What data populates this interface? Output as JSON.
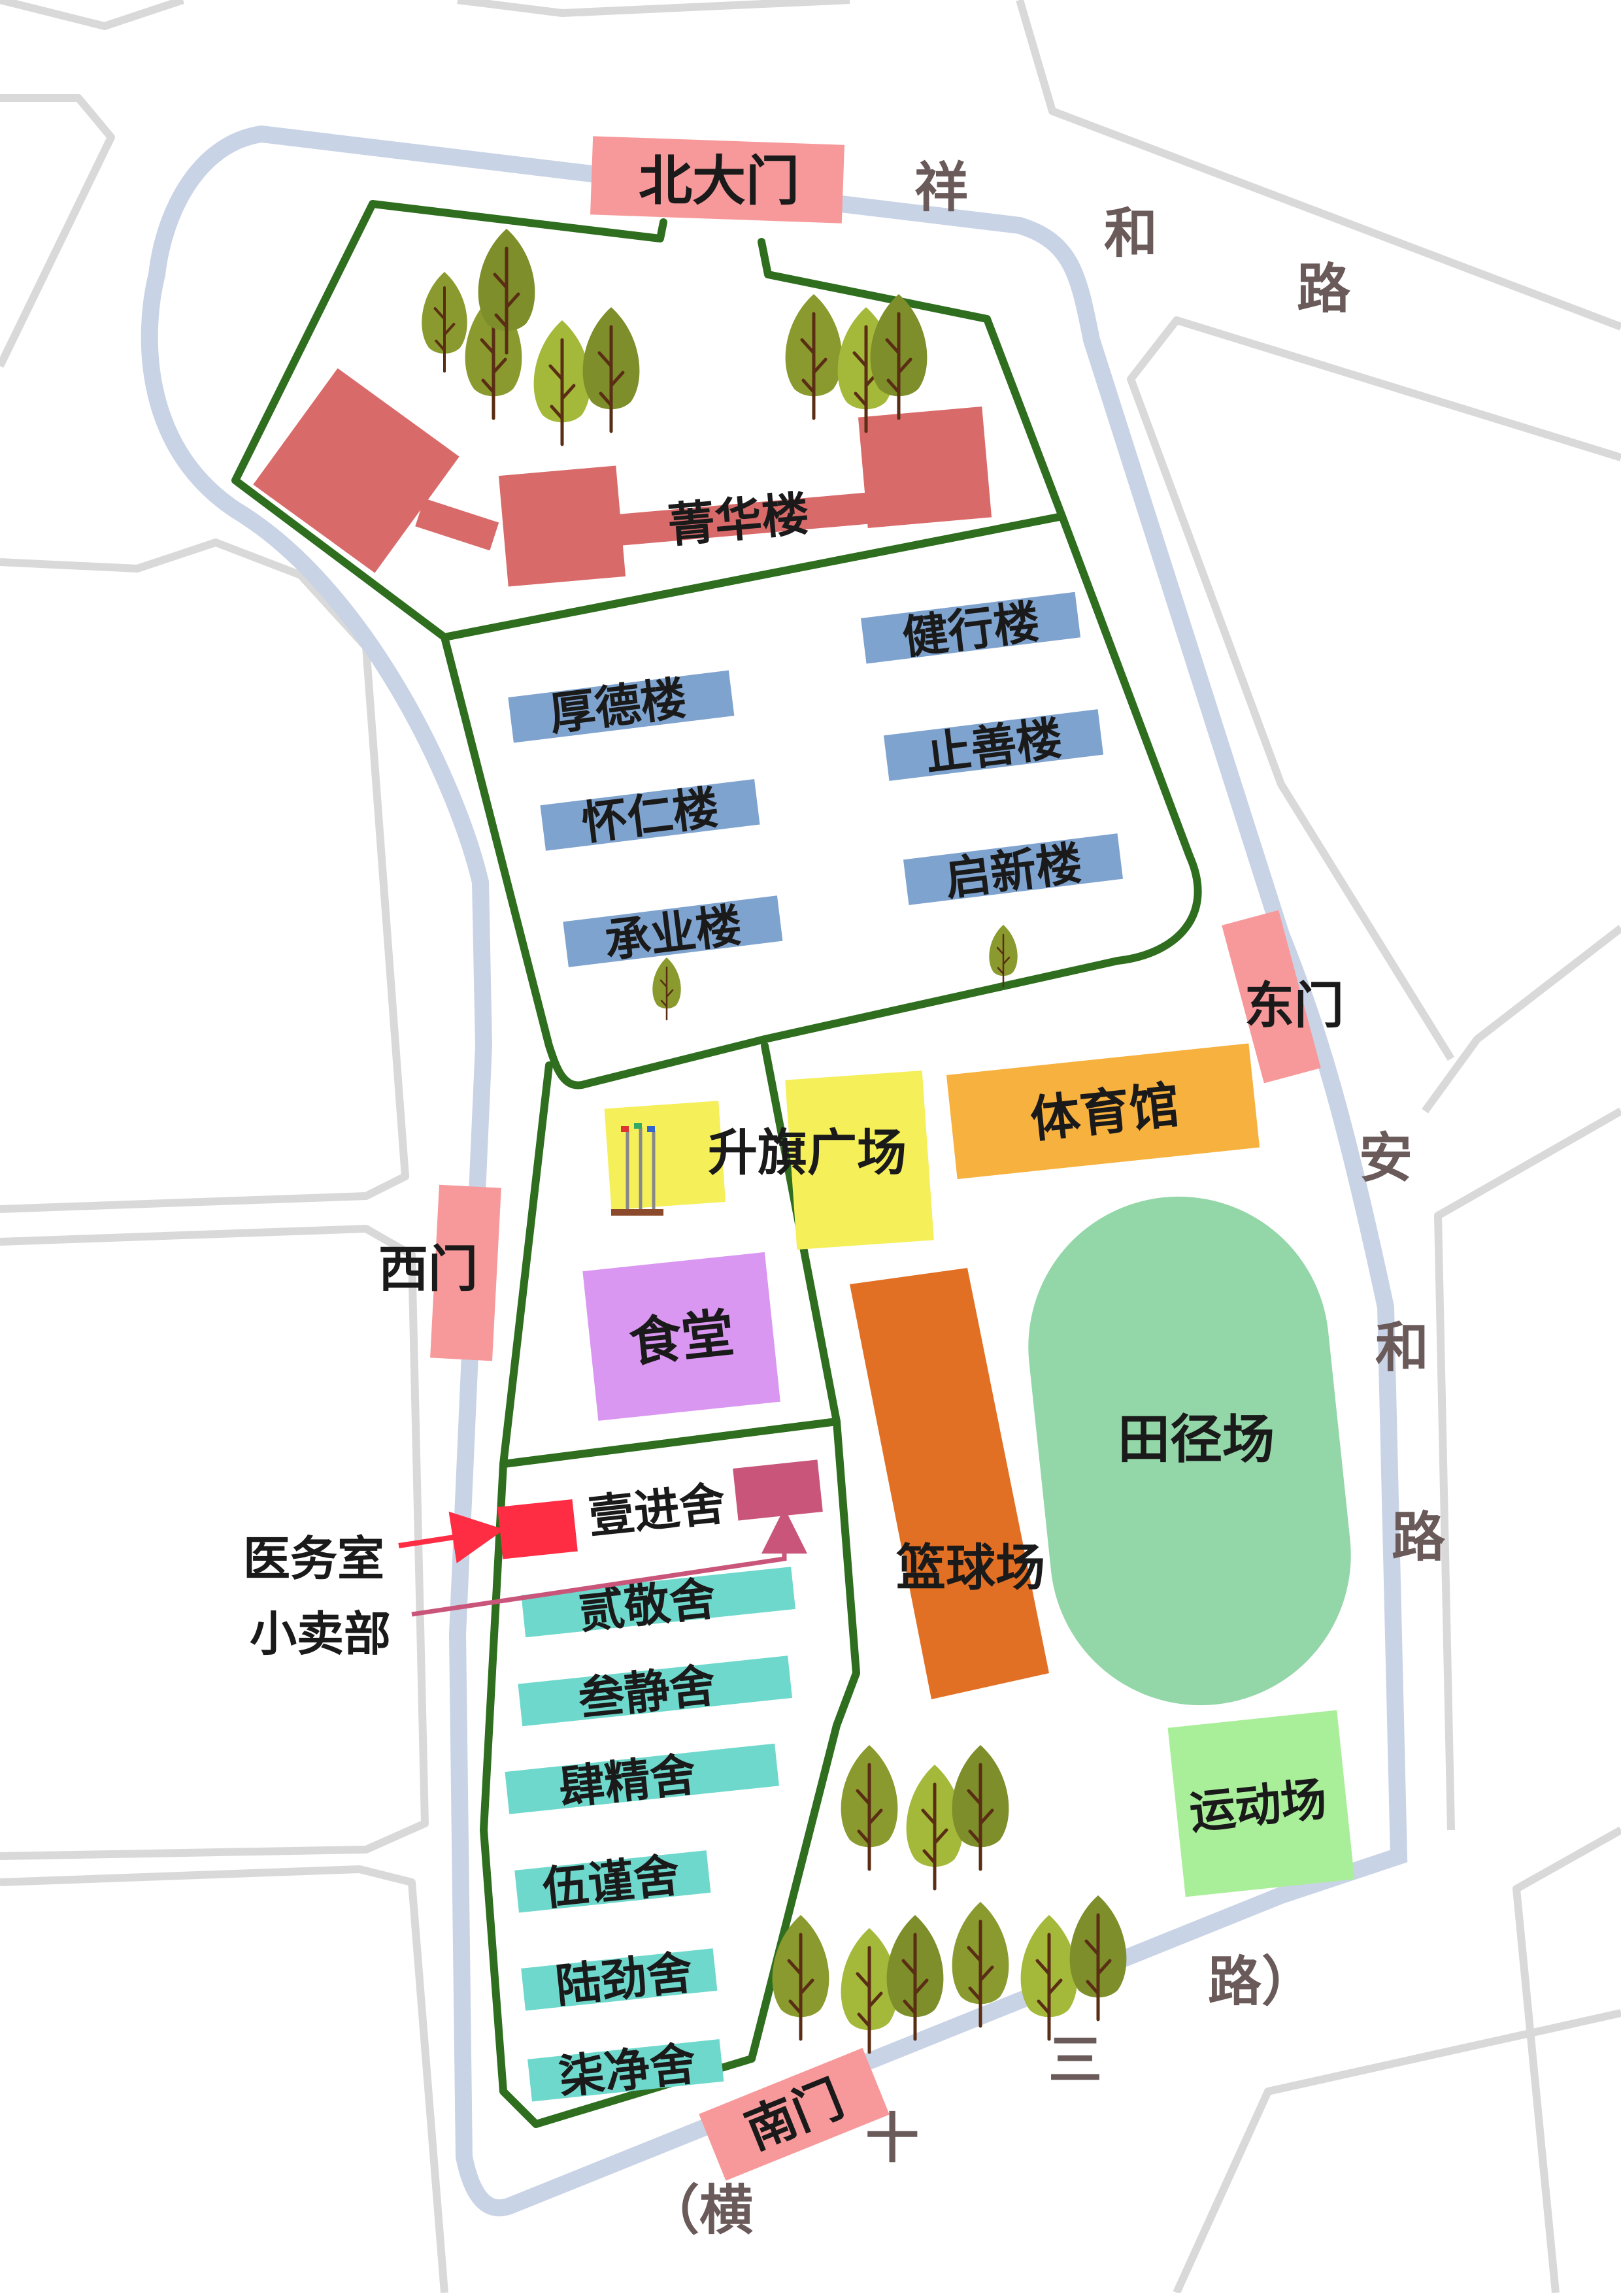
{
  "colors": {
    "boundary": "#2e6e1e",
    "moat": "#c9d3e6",
    "street": "#d9d9d9",
    "gate": "#f7999a",
    "hall": "#d96a6a",
    "teaching": "#7fa3cf",
    "dorm": "#6fd8cc",
    "flag_plaza": "#f5ef5a",
    "gym": "#f7b13f",
    "canteen": "#da97f2",
    "basketball": "#e27024",
    "track": "#93d6a8",
    "sports_ground": "#a9ef9a",
    "clinic": "#ff2d44",
    "shop": "#c9557a",
    "tree": "#8a9a2e"
  },
  "gates": {
    "north": "北大门",
    "east": "东门",
    "west": "西门",
    "south": "南门"
  },
  "roads": {
    "north_road": [
      "祥",
      "和",
      "路"
    ],
    "east_road": [
      "安",
      "和",
      "路"
    ],
    "south_road": [
      "（横",
      "十",
      "三",
      "路）"
    ]
  },
  "buildings": {
    "main_hall": "菁华楼",
    "teaching": [
      "厚德楼",
      "怀仁楼",
      "承业楼",
      "健行楼",
      "止善楼",
      "启新楼"
    ],
    "flag_plaza": "升旗广场",
    "gym": "体育馆",
    "canteen": "食堂",
    "basketball": "篮球场",
    "track_field": "田径场",
    "sports_ground": "运动场",
    "dorms": [
      "壹进舍",
      "贰敬舍",
      "叁静舍",
      "肆精舍",
      "伍谨舍",
      "陆劲舍",
      "柒净舍"
    ]
  },
  "callouts": {
    "clinic": "医务室",
    "shop": "小卖部"
  },
  "icons": [
    "tree-icon",
    "flagpole-icon",
    "arrow-icon"
  ]
}
